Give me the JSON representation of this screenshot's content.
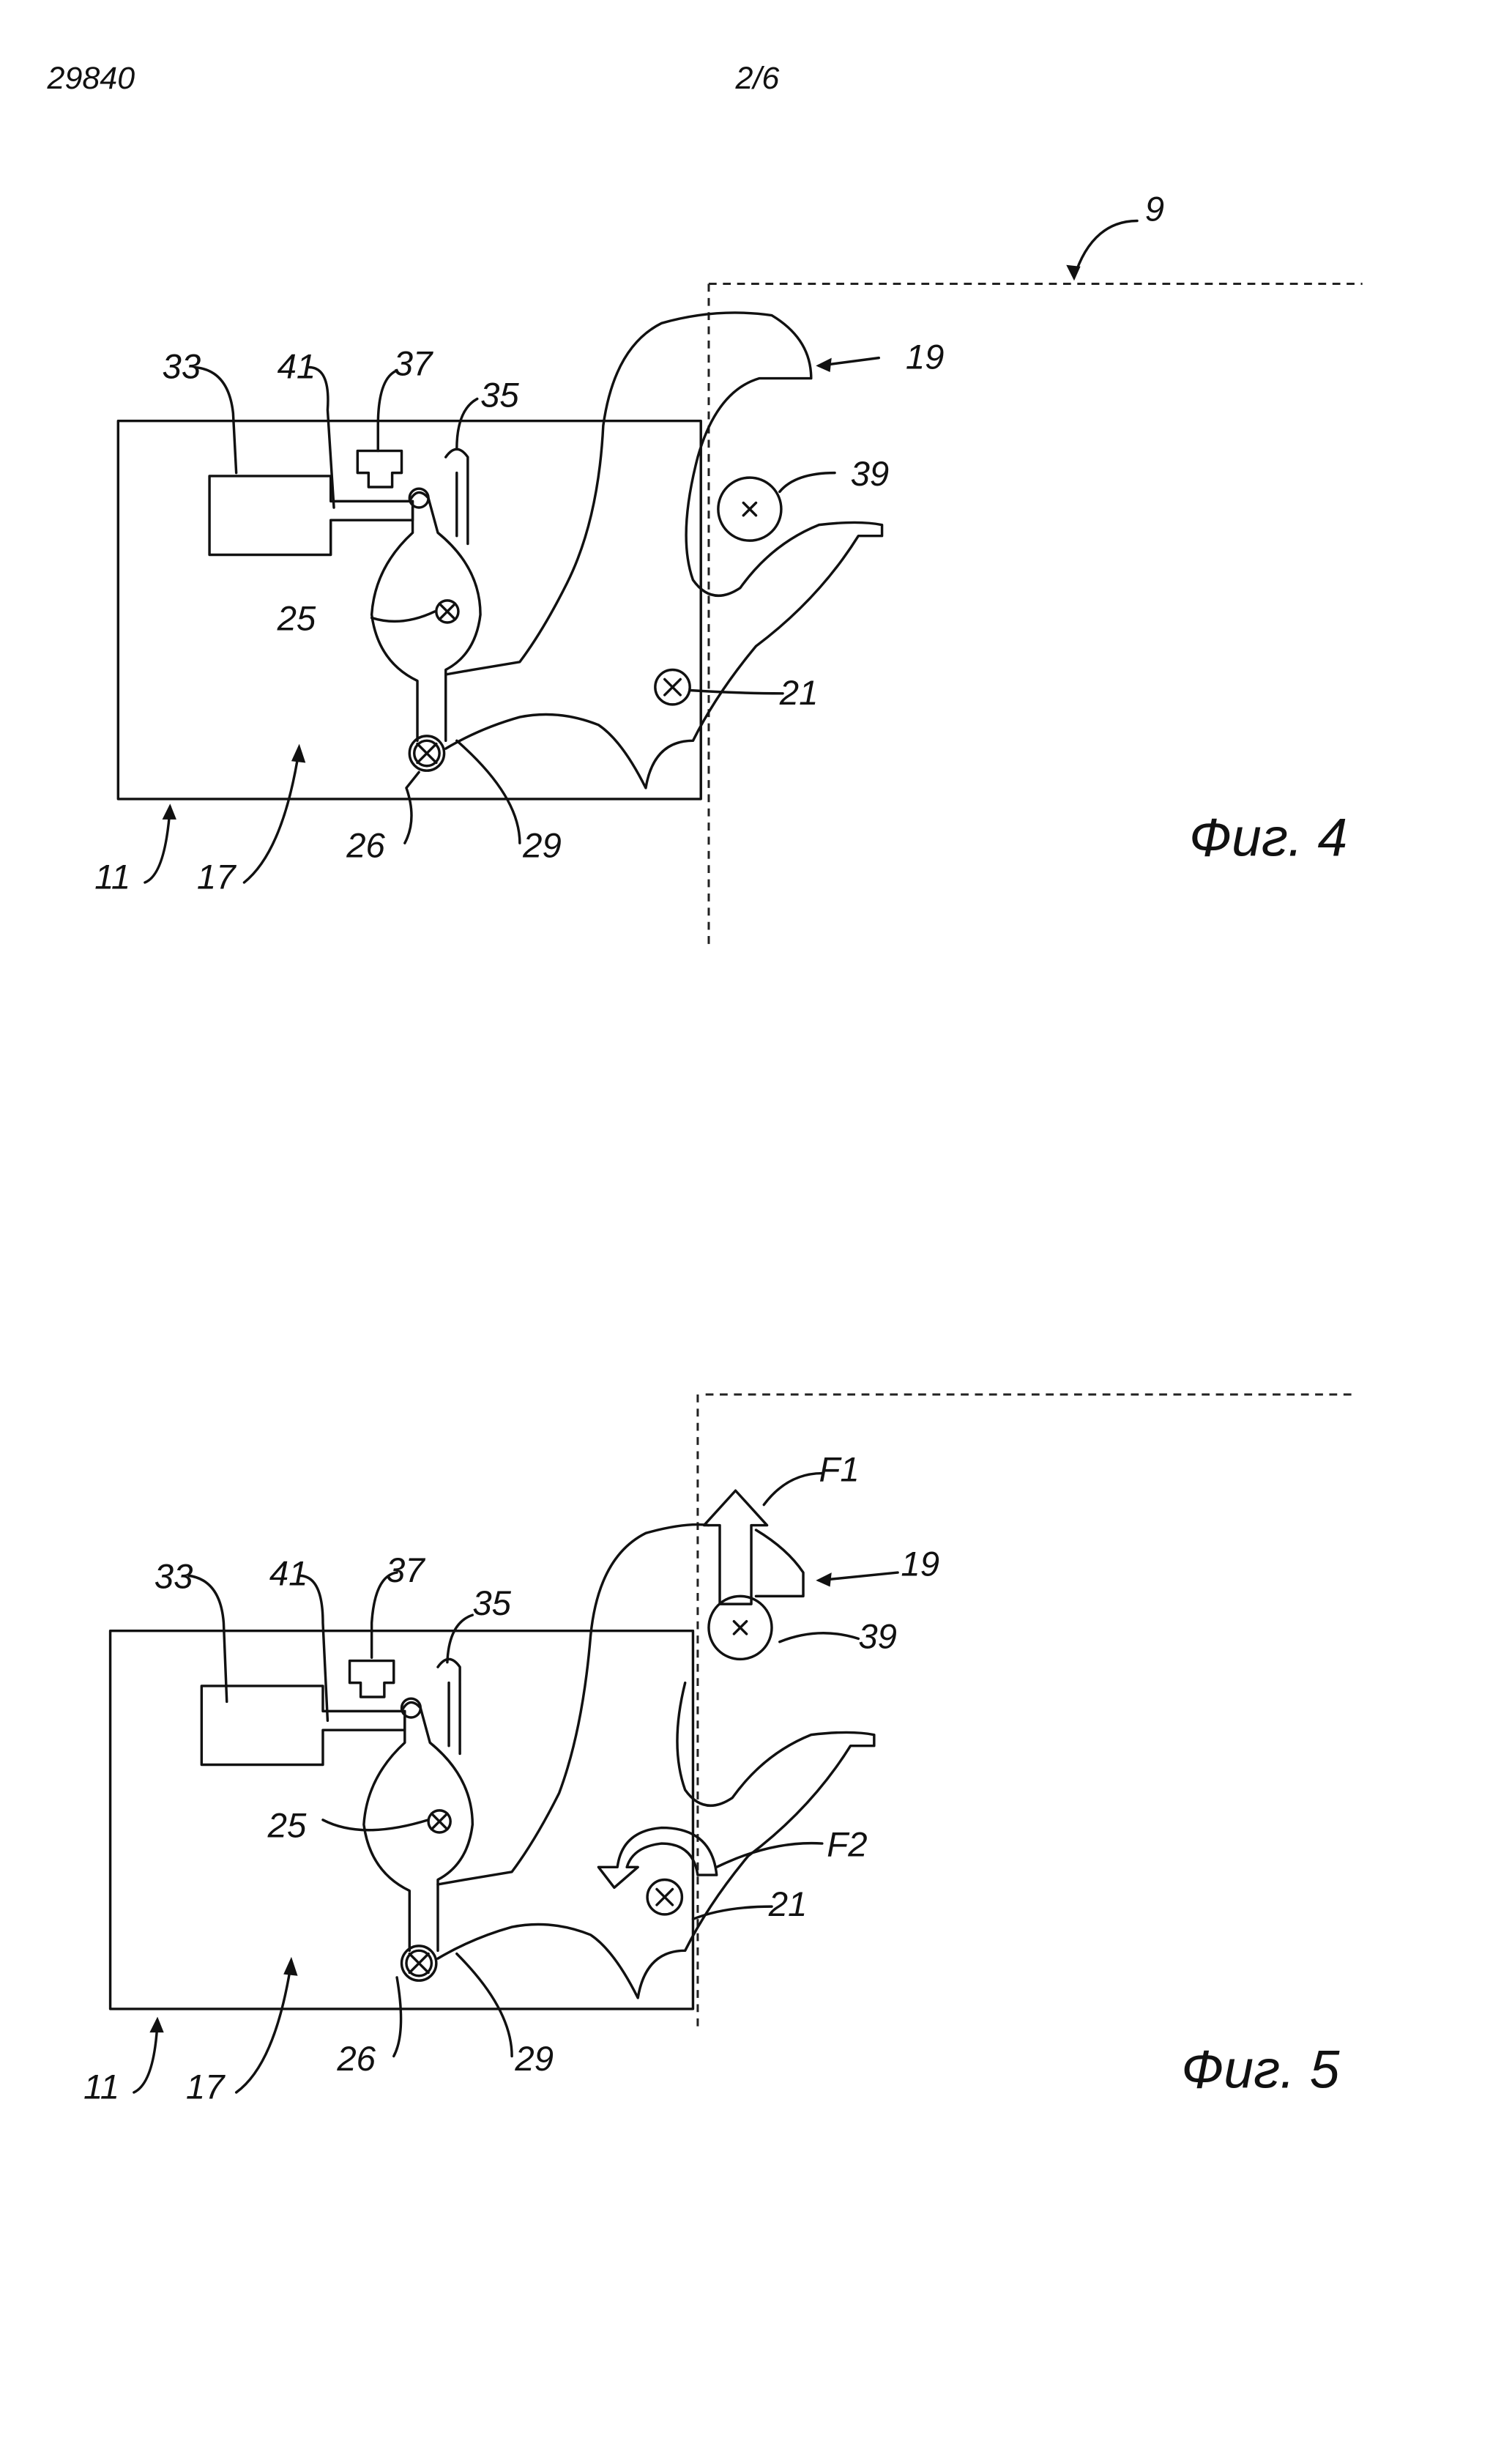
{
  "header": {
    "doc_number": "29840",
    "page": "2/6"
  },
  "figures": [
    {
      "caption": "Фиг. 4",
      "labels": {
        "n9": "9",
        "n19": "19",
        "n33": "33",
        "n41": "41",
        "n37": "37",
        "n35": "35",
        "n39": "39",
        "n25": "25",
        "n21": "21",
        "n11": "11",
        "n17": "17",
        "n26": "26",
        "n29": "29"
      }
    },
    {
      "caption": "Фиг. 5",
      "labels": {
        "nF1": "F1",
        "n19": "19",
        "n33": "33",
        "n41": "41",
        "n37": "37",
        "n35": "35",
        "n39": "39",
        "n25": "25",
        "nF2": "F2",
        "n21": "21",
        "n11": "11",
        "n17": "17",
        "n26": "26",
        "n29": "29"
      }
    }
  ]
}
